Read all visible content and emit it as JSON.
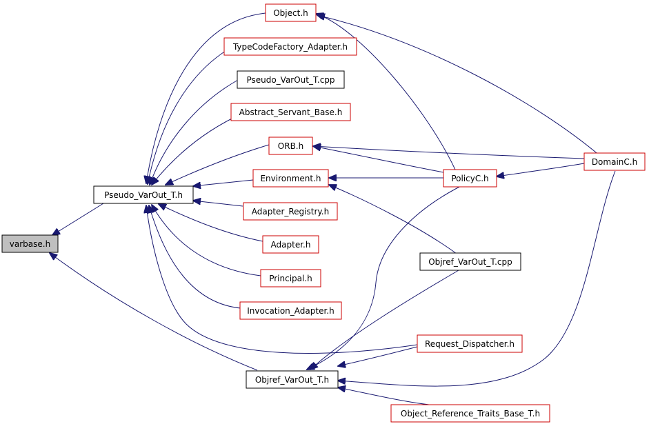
{
  "diagram": {
    "title": "",
    "colors": {
      "edge": "#191970",
      "box_stroke_normal": "#000000",
      "box_stroke_link": "#cc0000",
      "box_fill_root": "#bfbfbf",
      "box_fill": "#ffffff"
    },
    "nodes": [
      {
        "id": "varbase",
        "label": "varbase.h",
        "style": "root"
      },
      {
        "id": "pseudo_h",
        "label": "Pseudo_VarOut_T.h",
        "style": "normal"
      },
      {
        "id": "objref_h",
        "label": "Objref_VarOut_T.h",
        "style": "normal"
      },
      {
        "id": "object",
        "label": "Object.h",
        "style": "link"
      },
      {
        "id": "tcf",
        "label": "TypeCodeFactory_Adapter.h",
        "style": "link"
      },
      {
        "id": "pseudo_cpp",
        "label": "Pseudo_VarOut_T.cpp",
        "style": "normal"
      },
      {
        "id": "asb",
        "label": "Abstract_Servant_Base.h",
        "style": "link"
      },
      {
        "id": "orb",
        "label": "ORB.h",
        "style": "link"
      },
      {
        "id": "env",
        "label": "Environment.h",
        "style": "link"
      },
      {
        "id": "areg",
        "label": "Adapter_Registry.h",
        "style": "link"
      },
      {
        "id": "adapter",
        "label": "Adapter.h",
        "style": "link"
      },
      {
        "id": "principal",
        "label": "Principal.h",
        "style": "link"
      },
      {
        "id": "invoc",
        "label": "Invocation_Adapter.h",
        "style": "link"
      },
      {
        "id": "policyc",
        "label": "PolicyC.h",
        "style": "link"
      },
      {
        "id": "domainc",
        "label": "DomainC.h",
        "style": "link"
      },
      {
        "id": "objref_cpp",
        "label": "Objref_VarOut_T.cpp",
        "style": "normal"
      },
      {
        "id": "reqdisp",
        "label": "Request_Dispatcher.h",
        "style": "link"
      },
      {
        "id": "orefbase",
        "label": "Object_Reference_Traits_Base_T.h",
        "style": "link"
      }
    ],
    "edges": [
      {
        "from": "pseudo_h",
        "to": "varbase"
      },
      {
        "from": "objref_h",
        "to": "varbase"
      },
      {
        "from": "object",
        "to": "pseudo_h"
      },
      {
        "from": "tcf",
        "to": "pseudo_h"
      },
      {
        "from": "pseudo_cpp",
        "to": "pseudo_h"
      },
      {
        "from": "asb",
        "to": "pseudo_h"
      },
      {
        "from": "orb",
        "to": "pseudo_h"
      },
      {
        "from": "env",
        "to": "pseudo_h"
      },
      {
        "from": "areg",
        "to": "pseudo_h"
      },
      {
        "from": "adapter",
        "to": "pseudo_h"
      },
      {
        "from": "principal",
        "to": "pseudo_h"
      },
      {
        "from": "invoc",
        "to": "pseudo_h"
      },
      {
        "from": "reqdisp",
        "to": "pseudo_h"
      },
      {
        "from": "policyc",
        "to": "object"
      },
      {
        "from": "domainc",
        "to": "object"
      },
      {
        "from": "policyc",
        "to": "orb"
      },
      {
        "from": "domainc",
        "to": "orb"
      },
      {
        "from": "policyc",
        "to": "env"
      },
      {
        "from": "objref_cpp",
        "to": "env"
      },
      {
        "from": "domainc",
        "to": "policyc"
      },
      {
        "from": "policyc",
        "to": "objref_h"
      },
      {
        "from": "domainc",
        "to": "objref_h"
      },
      {
        "from": "objref_cpp",
        "to": "objref_h"
      },
      {
        "from": "reqdisp",
        "to": "objref_h"
      },
      {
        "from": "orefbase",
        "to": "objref_h"
      }
    ]
  }
}
